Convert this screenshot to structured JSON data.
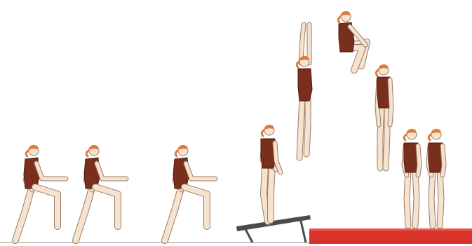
{
  "illustration": {
    "kind": "gymnastics vault sequence",
    "colors": {
      "background": "#ffffff",
      "skin": "#f6e3cf",
      "skin_outline": "#9a7a66",
      "hair": "#e07a3c",
      "leotard": "#7a2e1c",
      "board": "#4b4b4b",
      "mat": "#d8322a",
      "floor_line": "#c9c9c9"
    },
    "frames": [
      {
        "id": "run-1",
        "pose": "run"
      },
      {
        "id": "run-2",
        "pose": "run"
      },
      {
        "id": "run-3",
        "pose": "run"
      },
      {
        "id": "takeoff",
        "pose": "stand-on-board"
      },
      {
        "id": "rise",
        "pose": "arms-up-straight"
      },
      {
        "id": "tuck",
        "pose": "tuck"
      },
      {
        "id": "descend",
        "pose": "straight-arms-down"
      },
      {
        "id": "land-1",
        "pose": "stand"
      },
      {
        "id": "land-2",
        "pose": "stand"
      }
    ],
    "equipment": [
      "springboard",
      "landing-mat"
    ]
  }
}
